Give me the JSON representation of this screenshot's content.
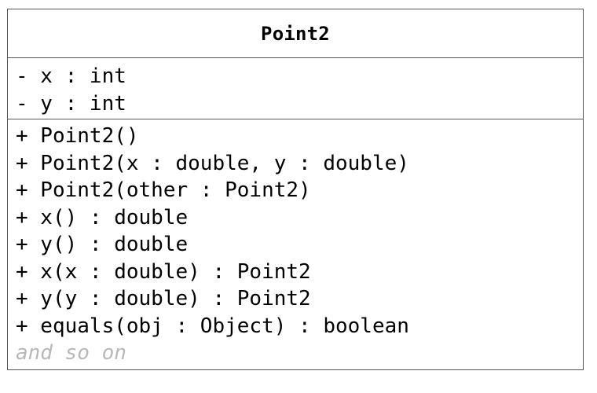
{
  "class_box": {
    "name": "Point2",
    "attributes": [
      "- x : int",
      "- y : int"
    ],
    "operations": [
      "+ Point2()",
      "+ Point2(x : double, y : double)",
      "+ Point2(other : Point2)",
      "+ x() : double",
      "+ y() : double",
      "+ x(x : double) : Point2",
      "+ y(y : double) : Point2",
      "+ equals(obj : Object) : boolean"
    ],
    "footer_note": "and so on",
    "footer_color": "#b8b8b8",
    "border_color": "#555555"
  }
}
